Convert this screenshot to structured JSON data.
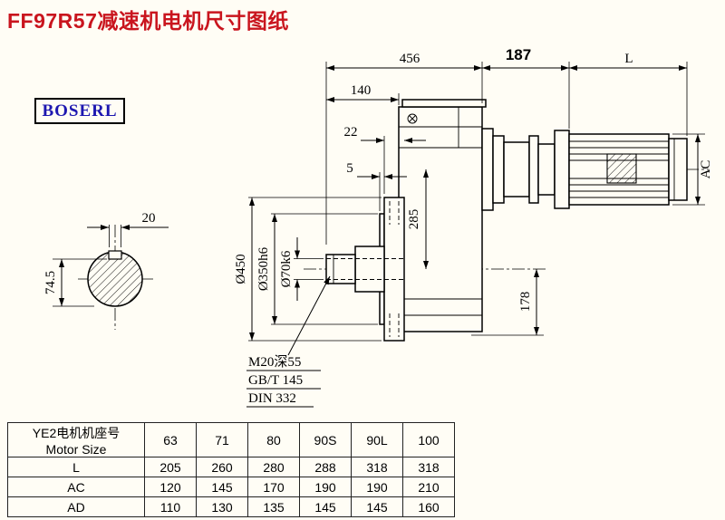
{
  "title": "FF97R57减速机电机尺寸图纸",
  "brand": {
    "logo": "BOSERL"
  },
  "drawing": {
    "dims": {
      "length_total": "456",
      "length_adapter": "187",
      "length_motor": "L",
      "d140": "140",
      "d22": "22",
      "d5": "5",
      "keyway_width": "20",
      "key_height": "74.5",
      "center_height": "285",
      "base_height": "178",
      "motor_dia": "AC",
      "flange_dia": "Ø450",
      "spigot_dia": "Ø350h6",
      "shaft_dia": "Ø70k6"
    },
    "notes": {
      "tap": "M20深55",
      "std1": "GB/T 145",
      "std2": "DIN 332"
    }
  },
  "table": {
    "header": {
      "col0_line1": "YE2电机机座号",
      "col0_line2": "Motor Size",
      "cols": [
        "63",
        "71",
        "80",
        "90S",
        "90L",
        "100"
      ]
    },
    "rows": [
      {
        "label": "L",
        "values": [
          "205",
          "260",
          "280",
          "288",
          "318",
          "318"
        ]
      },
      {
        "label": "AC",
        "values": [
          "120",
          "145",
          "170",
          "190",
          "190",
          "210"
        ]
      },
      {
        "label": "AD",
        "values": [
          "110",
          "130",
          "135",
          "145",
          "145",
          "160"
        ]
      }
    ]
  }
}
